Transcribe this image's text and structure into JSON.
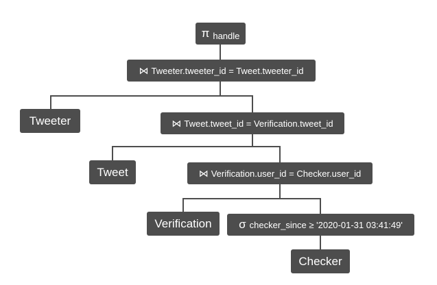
{
  "tree": {
    "projection": {
      "symbol": "π",
      "text": "handle"
    },
    "join_tweeter_tweet": {
      "symbol": "⋈",
      "text": "Tweeter.tweeter_id = Tweet.tweeter_id"
    },
    "tweeter": {
      "text": "Tweeter"
    },
    "join_tweet_verification": {
      "symbol": "⋈",
      "text": "Tweet.tweet_id = Verification.tweet_id"
    },
    "tweet": {
      "text": "Tweet"
    },
    "join_verification_checker": {
      "symbol": "⋈",
      "text": "Verification.user_id = Checker.user_id"
    },
    "verification": {
      "text": "Verification"
    },
    "selection": {
      "symbol": "σ",
      "text": "checker_since ≥ '2020-01-31 03:41:49'"
    },
    "checker": {
      "text": "Checker"
    }
  },
  "colors": {
    "node_fill": "#4d4d4d",
    "node_text": "#ffffff",
    "edge": "#4d4d4d"
  }
}
